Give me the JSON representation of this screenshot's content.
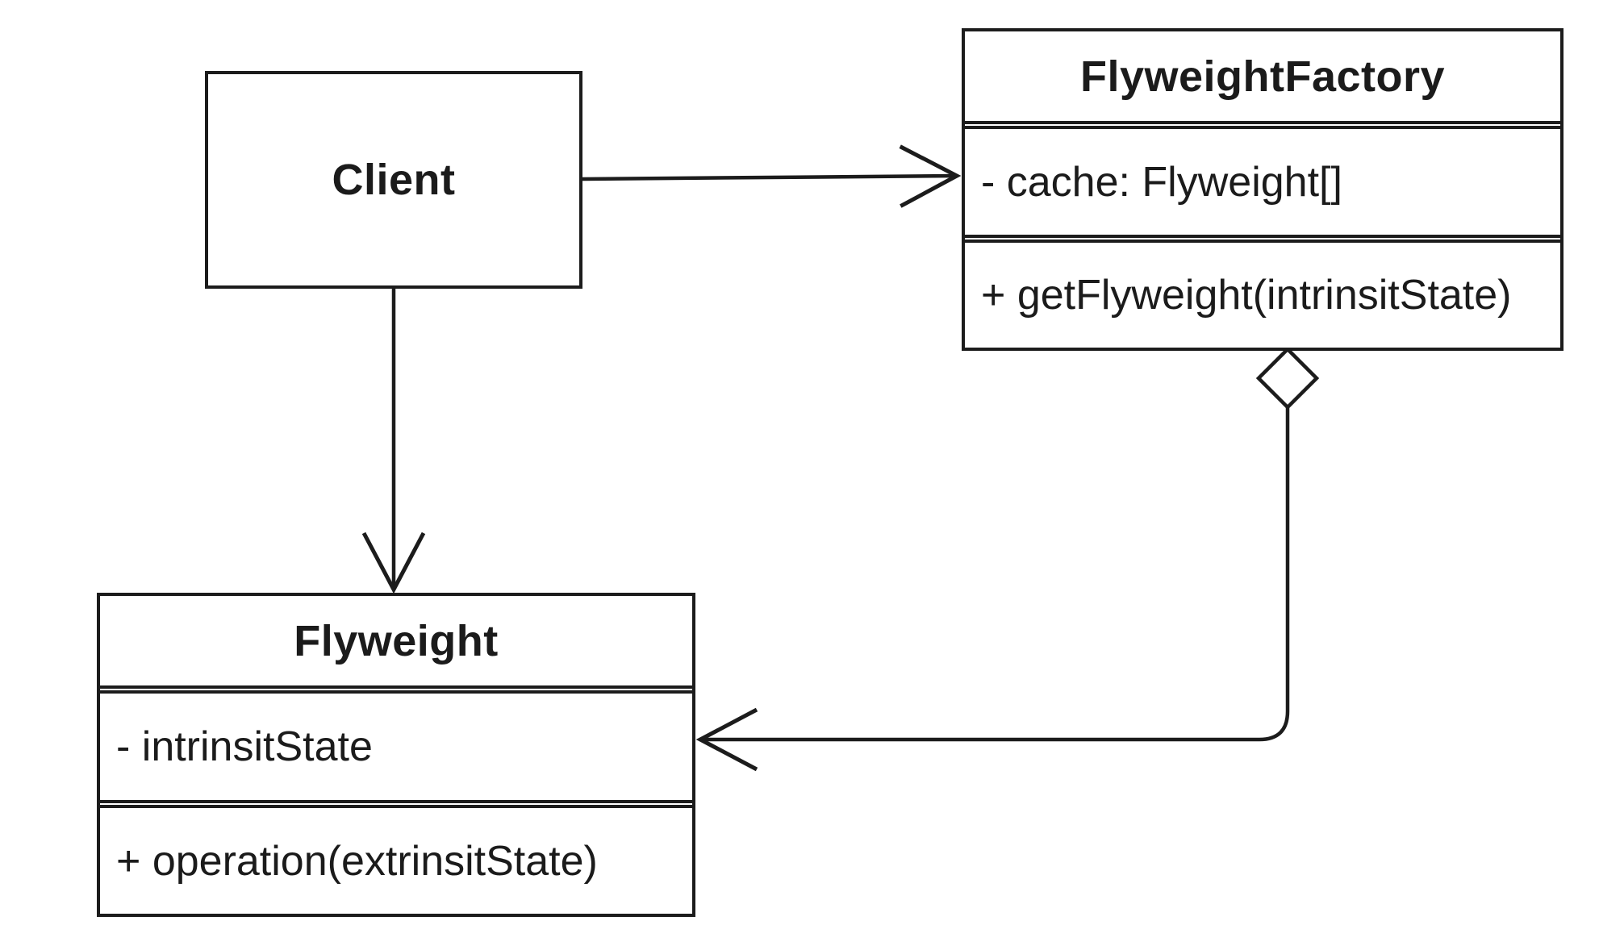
{
  "diagram": {
    "kind": "uml-class-diagram",
    "pattern": "Flyweight",
    "colors": {
      "stroke": "#1c1c1c",
      "background": "#ffffff",
      "box_fill": "#ffffff",
      "text": "#1b1b1b"
    },
    "classes": [
      {
        "id": "client",
        "name": "Client",
        "attributes": [],
        "methods": []
      },
      {
        "id": "flyweight-factory",
        "name": "FlyweightFactory",
        "attributes": [
          "- cache: Flyweight[]"
        ],
        "methods": [
          "+ getFlyweight(intrinsitState)"
        ]
      },
      {
        "id": "flyweight",
        "name": "Flyweight",
        "attributes": [
          "- intrinsitState"
        ],
        "methods": [
          "+ operation(extrinsitState)"
        ]
      }
    ],
    "relationships": [
      {
        "from": "Client",
        "to": "FlyweightFactory",
        "type": "directed association",
        "arrowhead": "open-arrow"
      },
      {
        "from": "Client",
        "to": "Flyweight",
        "type": "directed association",
        "arrowhead": "open-arrow"
      },
      {
        "from": "FlyweightFactory",
        "to": "Flyweight",
        "type": "aggregation",
        "arrowhead": "open-arrow",
        "tail": "open-diamond"
      }
    ]
  }
}
